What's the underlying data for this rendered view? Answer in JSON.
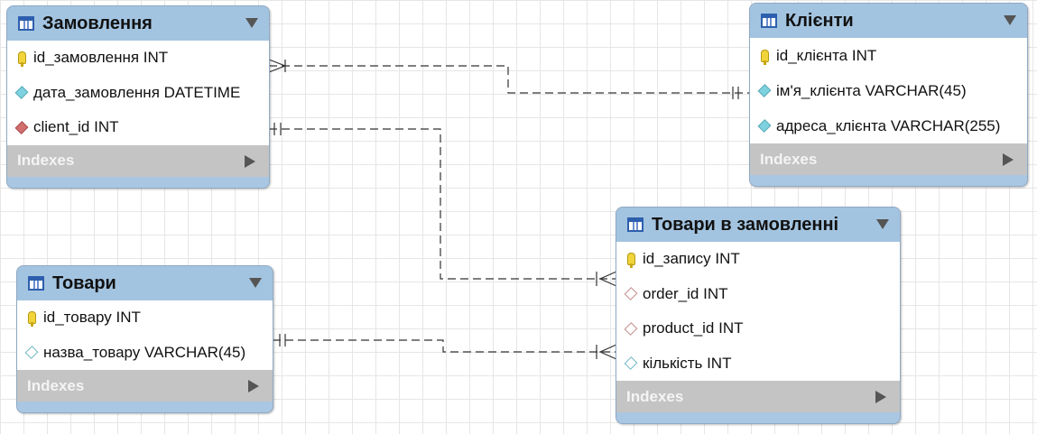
{
  "tables": {
    "orders": {
      "title": "Замовлення",
      "columns": [
        {
          "text": "id_замовлення INT",
          "icon": "primary-key-icon"
        },
        {
          "text": "дата_замовлення DATETIME",
          "icon": "column-diamond-icon"
        },
        {
          "text": "client_id INT",
          "icon": "foreign-key-diamond-icon"
        }
      ],
      "indexes_label": "Indexes"
    },
    "clients": {
      "title": "Клієнти",
      "columns": [
        {
          "text": "id_клієнта INT",
          "icon": "primary-key-icon"
        },
        {
          "text": "ім'я_клієнта VARCHAR(45)",
          "icon": "column-diamond-icon"
        },
        {
          "text": "адреса_клієнта VARCHAR(255)",
          "icon": "column-diamond-icon"
        }
      ],
      "indexes_label": "Indexes"
    },
    "products": {
      "title": "Товари",
      "columns": [
        {
          "text": "id_товару INT",
          "icon": "primary-key-icon"
        },
        {
          "text": "назва_товару VARCHAR(45)",
          "icon": "nullable-column-diamond-icon"
        }
      ],
      "indexes_label": "Indexes"
    },
    "order_items": {
      "title": "Товари в замовленні",
      "columns": [
        {
          "text": "id_запису INT",
          "icon": "primary-key-icon"
        },
        {
          "text": "order_id INT",
          "icon": "nullable-foreign-key-diamond-icon"
        },
        {
          "text": "product_id INT",
          "icon": "nullable-foreign-key-diamond-icon"
        },
        {
          "text": "кількість INT",
          "icon": "nullable-column-diamond-icon"
        }
      ],
      "indexes_label": "Indexes"
    }
  },
  "colors": {
    "header": "#a3c4e0",
    "indexes_bar": "#c4c4c4",
    "key": "#f1d43a",
    "column_diamond": "#7ed1de",
    "fk_diamond": "#d26e6e"
  }
}
